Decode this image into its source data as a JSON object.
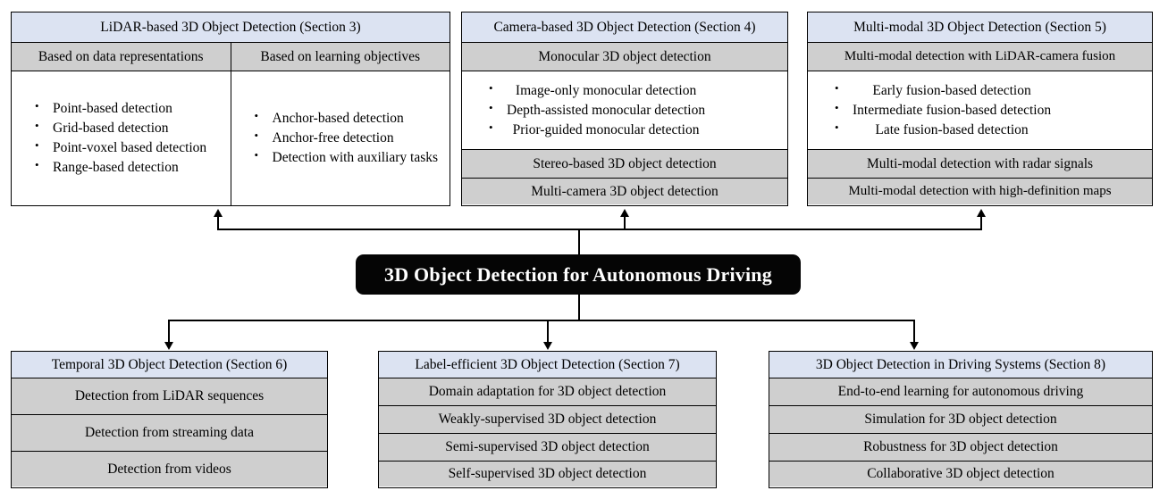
{
  "root": {
    "label": "3D Object Detection for Autonomous Driving"
  },
  "colors": {
    "header_blue": "#dce3f2",
    "row_gray": "#cfcfcf",
    "root_black": "#050505",
    "border": "#000000",
    "page_background": "#ffffff"
  },
  "top_boxes": [
    {
      "header": "LiDAR-based 3D Object Detection (Section 3)",
      "columns": [
        {
          "header": "Based on data representations",
          "bullets": [
            "Point-based detection",
            "Grid-based detection",
            "Point-voxel based detection",
            "Range-based detection"
          ]
        },
        {
          "header": "Based on learning objectives",
          "bullets": [
            "Anchor-based detection",
            "Anchor-free detection",
            "Detection with auxiliary tasks"
          ]
        }
      ]
    },
    {
      "header": "Camera-based 3D Object Detection (Section 4)",
      "subheader": "Monocular 3D object detection",
      "bullets": [
        "Image-only monocular detection",
        "Depth-assisted monocular detection",
        "Prior-guided monocular detection"
      ],
      "footer_rows": [
        "Stereo-based 3D object detection",
        "Multi-camera 3D object detection"
      ]
    },
    {
      "header": "Multi-modal 3D Object Detection (Section 5)",
      "subheader": "Multi-modal detection with LiDAR-camera fusion",
      "bullets": [
        "Early fusion-based detection",
        "Intermediate fusion-based detection",
        "Late fusion-based detection"
      ],
      "footer_rows": [
        "Multi-modal detection with radar signals",
        "Multi-modal detection with high-definition maps"
      ]
    }
  ],
  "bottom_boxes": [
    {
      "header": "Temporal 3D Object Detection (Section 6)",
      "rows": [
        "Detection from LiDAR sequences",
        "Detection from streaming data",
        "Detection from videos"
      ]
    },
    {
      "header": "Label-efficient 3D Object Detection (Section 7)",
      "rows": [
        "Domain adaptation for 3D object detection",
        "Weakly-supervised 3D object detection",
        "Semi-supervised 3D object detection",
        "Self-supervised 3D object detection"
      ]
    },
    {
      "header": "3D Object Detection in Driving Systems (Section 8)",
      "rows": [
        "End-to-end learning for autonomous driving",
        "Simulation for 3D object detection",
        "Robustness for 3D object detection",
        "Collaborative 3D object detection"
      ]
    }
  ]
}
